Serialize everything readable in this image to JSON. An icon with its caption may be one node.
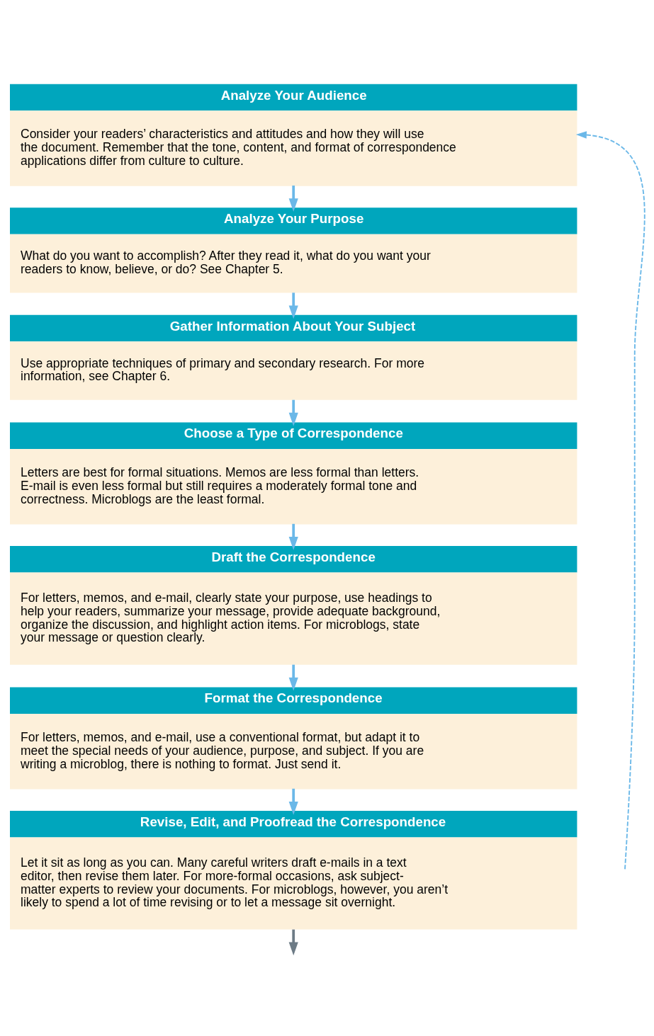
{
  "diagram": {
    "nodes": [
      {
        "text": [
          "Analyze Your Audience",
          "Consider your readers’ characteristics and attitudes and how they will use the document. Remember that the tone, content, and format of correspondence applications differ from culture to culture."
        ]
      },
      {
        "text": [
          "Analyze Your Purpose",
          "What do you want to accomplish? After they read it, what do you want your readers to know, believe, or do? See Chapter 5."
        ]
      },
      {
        "text": [
          "Gather Information About Your Subject",
          "Use appropriate techniques of primary and secondary research. For more information, see Chapter 6."
        ]
      },
      {
        "text": [
          "Choose a Type of Correspondence",
          "Letters are best for formal situations. Memos are less formal than letters. E-mail is even less formal but still requires a moderately formal tone and correctness. Microblogs are the least formal."
        ]
      },
      {
        "text": [
          "Draft the Correspondence",
          "For letters, memos, and e-mail, clearly state your purpose, use headings to help your readers, summarize your message, provide adequate background, organize the discussion, and highlight action items. For microblogs, state your message or question clearly."
        ]
      },
      {
        "text": [
          "Format the Correspondence",
          "For letters, memos, and e-mail, use a conventional format, but adapt it to meet the special needs of your audience, purpose, and subject. If you are writing a microblog, there is nothing to format. Just send it."
        ]
      },
      {
        "text": [
          "Revise, Edit, and Proofread the Correspondence",
          "Let it sit as long as you can. Many careful writers draft e-mails in a text editor, then revise them later. For more-formal occasions, ask subject-matter experts to review your documents. For microblogs, however, you aren’t likely to spend a lot of time revising or to let a message sit overnight."
        ]
      }
    ],
    "edges": [
      {
        "from": 0,
        "to": 1,
        "arrow": "to"
      },
      {
        "from": 1,
        "to": 2,
        "arrow": "to"
      },
      {
        "from": 2,
        "to": 3,
        "arrow": "to"
      },
      {
        "from": 3,
        "to": 4,
        "arrow": "to"
      },
      {
        "from": 4,
        "to": 5,
        "arrow": "to"
      },
      {
        "from": 5,
        "to": 6,
        "arrow": "to"
      },
      {
        "from": 6,
        "to": null,
        "arrow": "to",
        "color": "#6d7b86"
      },
      {
        "from": null,
        "to": 0,
        "arrow": "to",
        "style": "dashed"
      }
    ]
  }
}
